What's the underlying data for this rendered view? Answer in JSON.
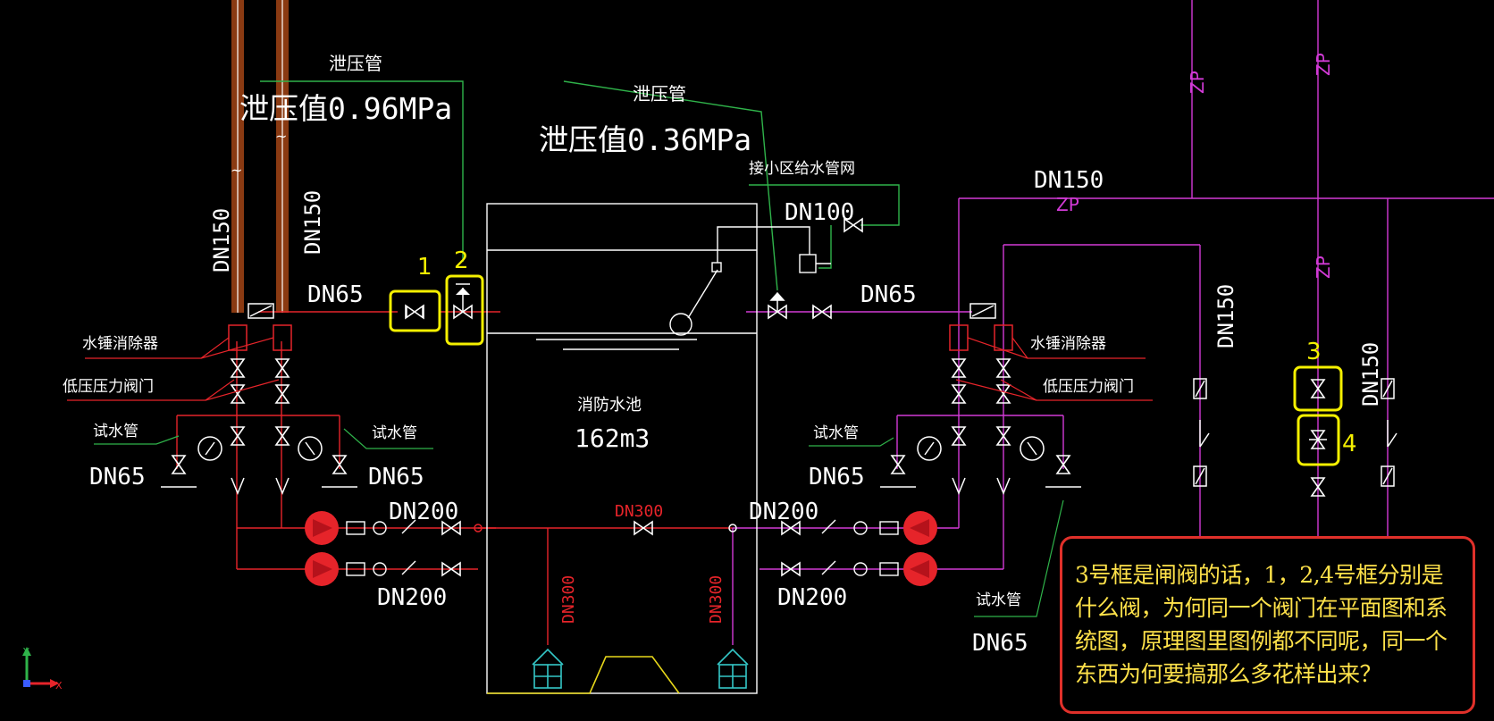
{
  "labels": {
    "relief_pipe_left": "泄压管",
    "relief_value_left": "泄压值0.96MPa",
    "relief_pipe_mid": "泄压管",
    "relief_value_mid": "泄压值0.36MPa",
    "to_district": "接小区给水管网",
    "dn100": "DN100",
    "dn150_top": "DN150",
    "zp_top": "ZP",
    "zp_v1": "ZP",
    "zp_v2": "ZP",
    "zp_v3": "ZP",
    "dn150_left1": "DN150",
    "dn150_left2": "DN150",
    "dn65_left_top": "DN65",
    "dn65_right_top": "DN65",
    "water_hammer_left": "水锤消除器",
    "water_hammer_right": "水锤消除器",
    "low_pressure_left": "低压压力阀门",
    "low_pressure_right": "低压压力阀门",
    "test_pipe_left": "试水管",
    "test_pipe_mid_left": "试水管",
    "test_pipe_mid_right": "试水管",
    "test_pipe_bottom": "试水管",
    "dn65_a": "DN65",
    "dn65_b": "DN65",
    "dn65_c": "DN65",
    "dn65_d": "DN65",
    "dn200_a": "DN200",
    "dn200_b": "DN200",
    "dn200_c": "DN200",
    "dn200_d": "DN200",
    "dn300_h": "DN300",
    "dn300_v1": "DN300",
    "dn300_v2": "DN300",
    "pool_name": "消防水池",
    "pool_volume": "162m3",
    "dn150_right1": "DN150",
    "dn150_right2": "DN150",
    "mark1": "1",
    "mark2": "2",
    "mark3": "3",
    "mark4": "4",
    "axis_y": "Y",
    "axis_x": "X"
  },
  "note": {
    "text": "3号框是闸阀的话，1，2,4号框分别是什么阀，为何同一个阀门在平面图和系统图，原理图里图例都不同呢，同一个东西为何要搞那么多花样出来？"
  },
  "colors": {
    "background": "#000000",
    "pipe_red": "#e6242a",
    "pipe_magenta": "#d23ad6",
    "pipe_green": "#2fb34a",
    "line_white": "#ffffff",
    "riser_brown": "#8a3a12",
    "highlight_yellow": "#f5f000",
    "tank_yellow": "#e8d81a",
    "note_border": "#e0302a",
    "note_text": "#ffe24a",
    "cyan": "#34c7c7"
  }
}
